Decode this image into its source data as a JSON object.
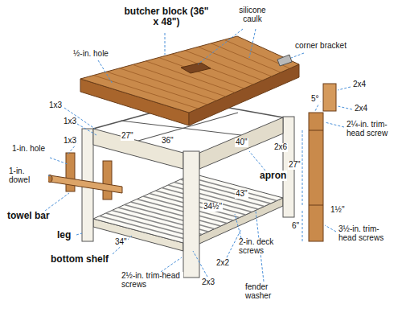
{
  "diagram": {
    "labels": [
      "butcher block (36\" x 48\")",
      "silicone caulk",
      "corner bracket",
      "½-in. hole",
      "2x4",
      "2x4",
      "5°",
      "2¼-in. trim-head screw",
      "27\"",
      "1½\"",
      "6\"",
      "3½-in. trim-head screws",
      "1x3",
      "1x3",
      "1x3",
      "1-in. hole",
      "1-in. dowel",
      "towel bar",
      "leg",
      "bottom shelf",
      "34\"",
      "34½\"",
      "43\"",
      "2-in. deck screws",
      "2x2",
      "2x3",
      "2½-in. trim-head screws",
      "fender washer",
      "apron",
      "27\"",
      "36\"",
      "40\"",
      "2x6"
    ]
  }
}
